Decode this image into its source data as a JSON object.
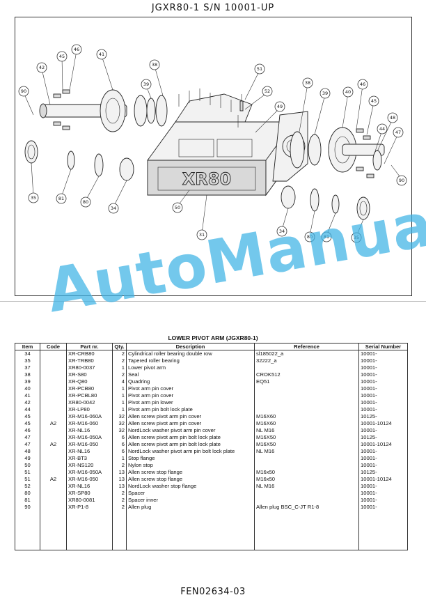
{
  "header": {
    "title": "JGXR80-1 S/N 10001-UP"
  },
  "diagram": {
    "callouts": [
      "90",
      "42",
      "45",
      "46",
      "41",
      "38",
      "39",
      "51",
      "52",
      "49",
      "38",
      "39",
      "40",
      "46",
      "45",
      "48",
      "44",
      "47",
      "90",
      "35",
      "81",
      "80",
      "34",
      "50",
      "31",
      "34",
      "80",
      "81",
      "35"
    ],
    "engraving": "XR80"
  },
  "watermark": "AutoManual",
  "parts_table": {
    "title": "LOWER PIVOT ARM (JGXR80-1)",
    "headers": {
      "item": "Item",
      "code": "Code",
      "part": "Part nr.",
      "qty": "Qty.",
      "description": "Description",
      "reference": "Reference",
      "serial": "Serial Number"
    },
    "rows": [
      {
        "item": "34",
        "code": "",
        "part": "XR-CRB80",
        "qty": "2",
        "description": "Cylindrical roller bearing double row",
        "reference": "sl185022_a",
        "serial": "10001-"
      },
      {
        "item": "35",
        "code": "",
        "part": "XR-TRB80",
        "qty": "2",
        "description": "Tapered roller bearing",
        "reference": "32222_a",
        "serial": "10001-"
      },
      {
        "item": "37",
        "code": "",
        "part": "XR80-0037",
        "qty": "1",
        "description": "Lower pivot arm",
        "reference": "",
        "serial": "10001-"
      },
      {
        "item": "38",
        "code": "",
        "part": "XR-S80",
        "qty": "2",
        "description": "Seal",
        "reference": "CROK512",
        "serial": "10001-"
      },
      {
        "item": "39",
        "code": "",
        "part": "XR-Q80",
        "qty": "4",
        "description": "Quadring",
        "reference": "EQ51",
        "serial": "10001-"
      },
      {
        "item": "40",
        "code": "",
        "part": "XR-PCB80",
        "qty": "1",
        "description": "Pivot arm pin cover",
        "reference": "",
        "serial": "10001-"
      },
      {
        "item": "41",
        "code": "",
        "part": "XR-PCBL80",
        "qty": "1",
        "description": "Pivot arm pin cover",
        "reference": "",
        "serial": "10001-"
      },
      {
        "item": "42",
        "code": "",
        "part": "XR80-0042",
        "qty": "1",
        "description": "Pivot arm pin lower",
        "reference": "",
        "serial": "10001-"
      },
      {
        "item": "44",
        "code": "",
        "part": "XR-LP80",
        "qty": "1",
        "description": "Pivot arm pin bolt lock plate",
        "reference": "",
        "serial": "10001-"
      },
      {
        "item": "45",
        "code": "",
        "part": "XR-M16-060A",
        "qty": "32",
        "description": "Allen screw pivot arm pin cover",
        "reference": "M16X60",
        "serial": "10125-"
      },
      {
        "item": "45",
        "code": "A2",
        "part": "XR-M16-060",
        "qty": "32",
        "description": "Allen screw pivot arm pin cover",
        "reference": "M16X60",
        "serial": "10001-10124"
      },
      {
        "item": "46",
        "code": "",
        "part": "XR-NL16",
        "qty": "32",
        "description": "NordLock washer pivot arm pin cover",
        "reference": "NL M16",
        "serial": "10001-"
      },
      {
        "item": "47",
        "code": "",
        "part": "XR-M16-050A",
        "qty": "6",
        "description": "Allen screw pivot arm pin bolt lock plate",
        "reference": "M16X50",
        "serial": "10125-"
      },
      {
        "item": "47",
        "code": "A2",
        "part": "XR-M16-050",
        "qty": "6",
        "description": "Allen screw pivot arm pin bolt lock plate",
        "reference": "M16X50",
        "serial": "10001-10124"
      },
      {
        "item": "48",
        "code": "",
        "part": "XR-NL16",
        "qty": "6",
        "description": "NordLock washer pivot arm pin bolt lock plate",
        "reference": "NL M16",
        "serial": "10001-"
      },
      {
        "item": "49",
        "code": "",
        "part": "XR-BT3",
        "qty": "1",
        "description": "Stop flange",
        "reference": "",
        "serial": "10001-"
      },
      {
        "item": "50",
        "code": "",
        "part": "XR-NS120",
        "qty": "2",
        "description": "Nylon stop",
        "reference": "",
        "serial": "10001-"
      },
      {
        "item": "51",
        "code": "",
        "part": "XR-M16-050A",
        "qty": "13",
        "description": "Allen screw stop flange",
        "reference": "M16x50",
        "serial": "10125-"
      },
      {
        "item": "51",
        "code": "A2",
        "part": "XR-M16-050",
        "qty": "13",
        "description": "Allen screw stop flange",
        "reference": "M16x50",
        "serial": "10001-10124"
      },
      {
        "item": "52",
        "code": "",
        "part": "XR-NL16",
        "qty": "13",
        "description": "NordLock washer stop flange",
        "reference": "NL M16",
        "serial": "10001-"
      },
      {
        "item": "80",
        "code": "",
        "part": "XR-SP80",
        "qty": "2",
        "description": "Spacer",
        "reference": "",
        "serial": "10001-"
      },
      {
        "item": "81",
        "code": "",
        "part": "XR80-0081",
        "qty": "2",
        "description": "Spacer inner",
        "reference": "",
        "serial": "10001-"
      },
      {
        "item": "90",
        "code": "",
        "part": "XR-P1-8",
        "qty": "2",
        "description": "Allen plug",
        "reference": "Allen plug BSC_C-JT R1-8",
        "serial": "10001-"
      }
    ]
  },
  "footer": {
    "doc_number": "FEN02634-03"
  }
}
